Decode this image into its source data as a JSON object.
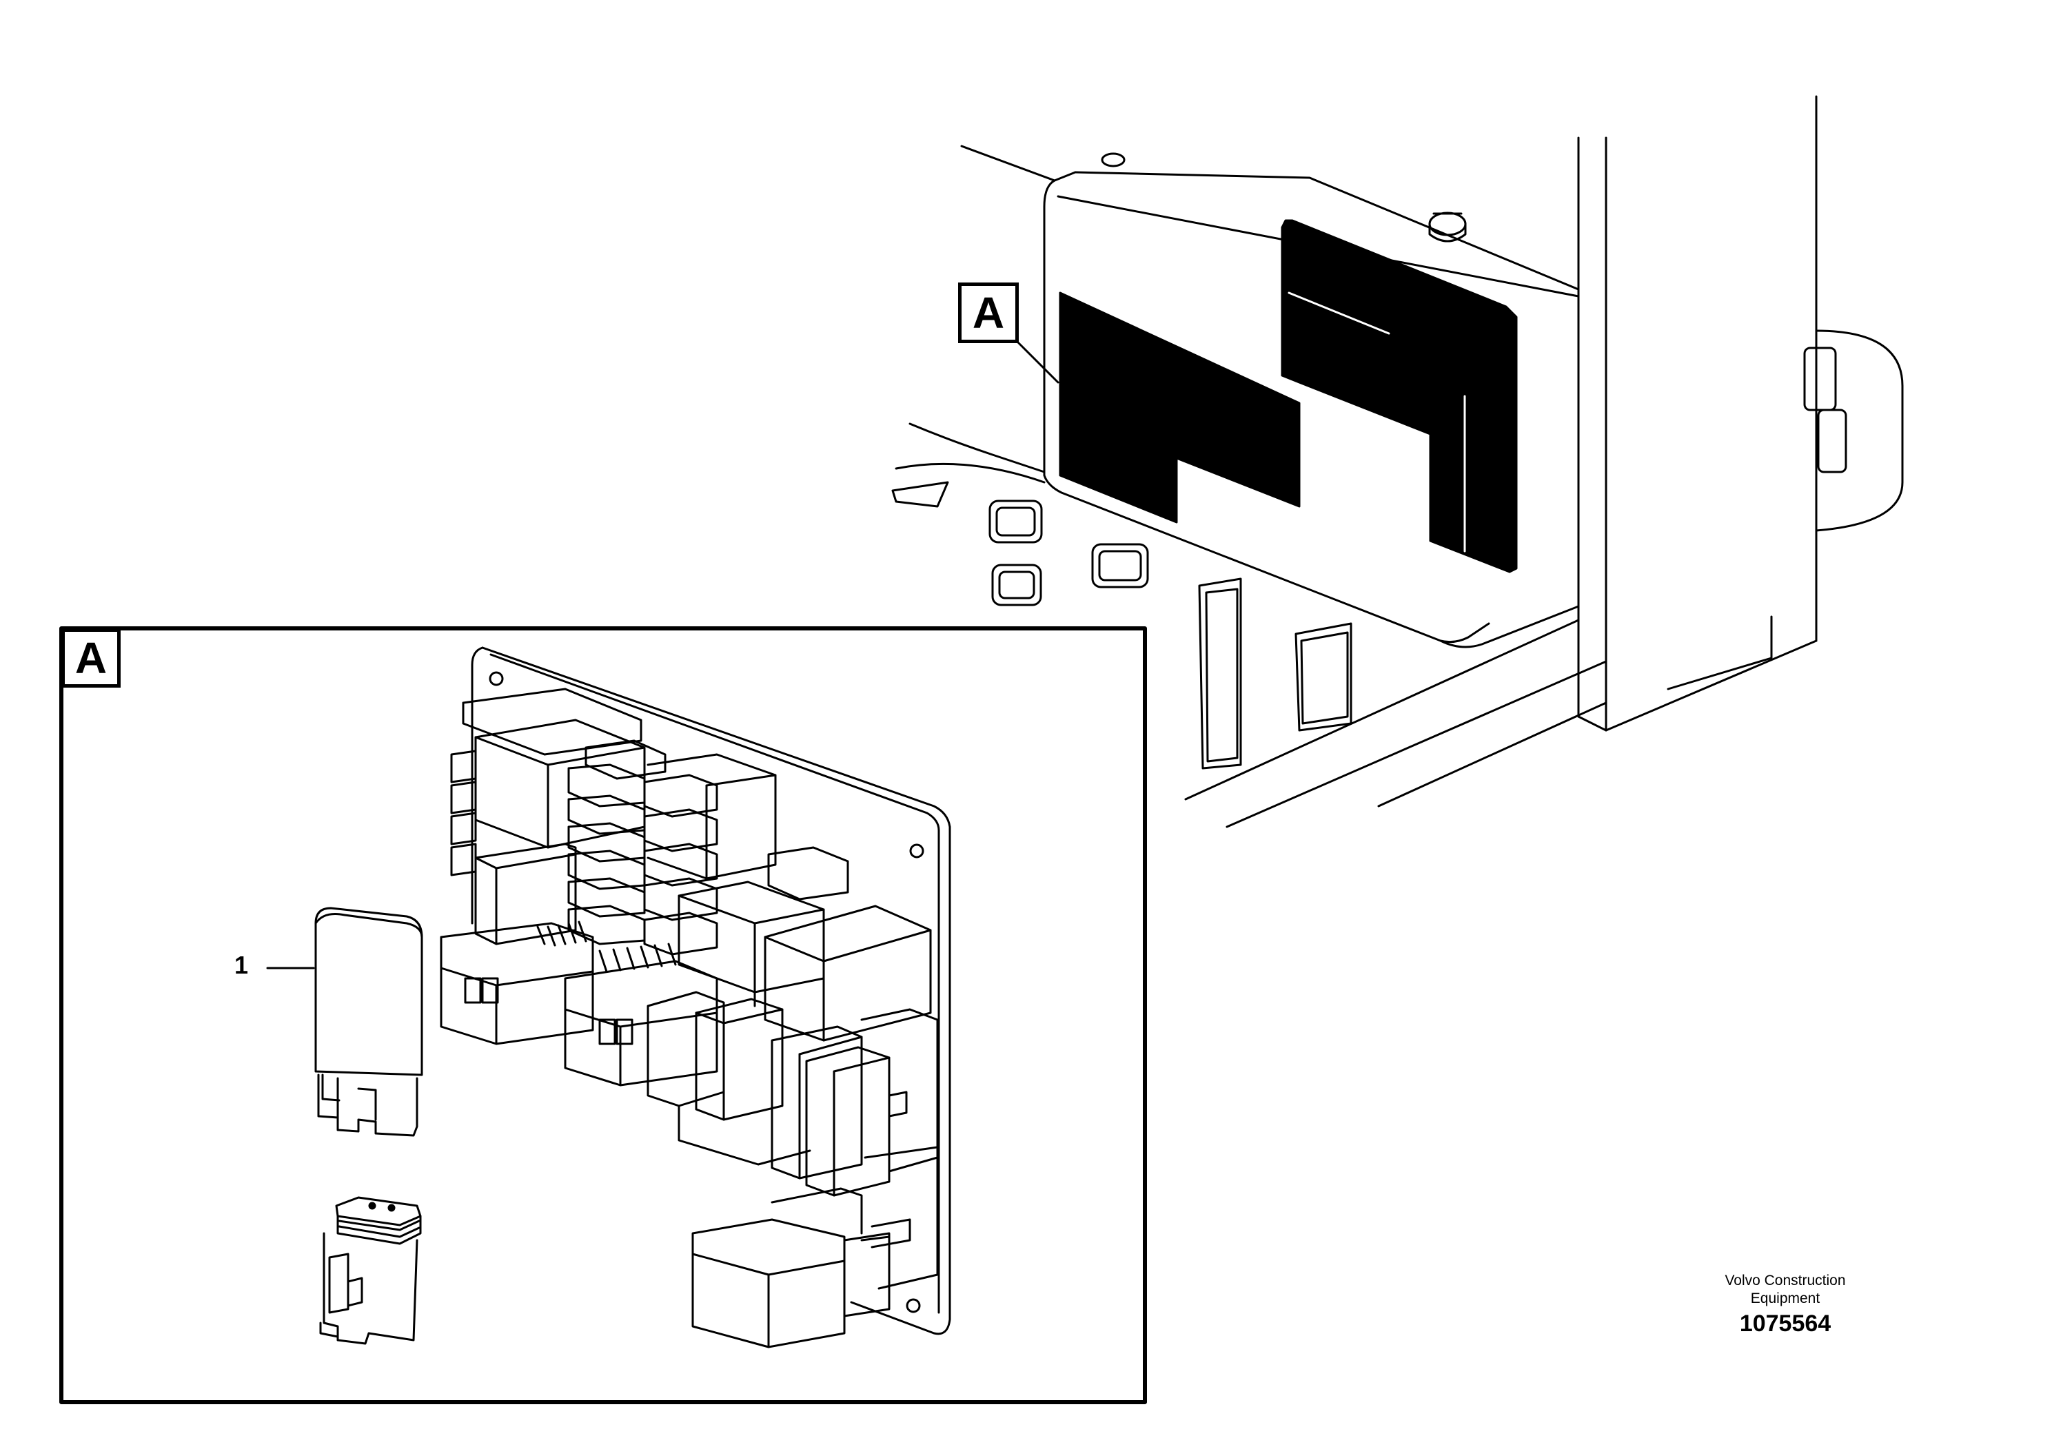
{
  "callouts": {
    "main_label": "A",
    "detail_label": "A"
  },
  "items": [
    {
      "number": "1"
    }
  ],
  "footer": {
    "brand_line1": "Volvo Construction",
    "brand_line2": "Equipment",
    "figure_number": "1075564"
  }
}
